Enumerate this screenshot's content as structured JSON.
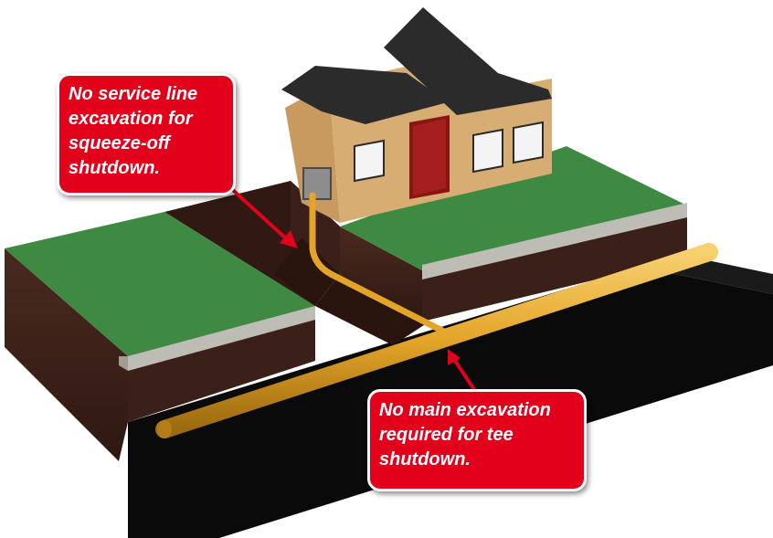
{
  "callouts": {
    "service_line": {
      "lines": [
        "No service line",
        "excavation for",
        "squeeze-off",
        "shutdown."
      ]
    },
    "main": {
      "lines": [
        "No main excavation",
        "required for tee",
        "shutdown."
      ]
    }
  },
  "colors": {
    "callout_fill": "#e2001a",
    "grass": "#3f8a43",
    "curb": "#bdbdb5",
    "soil": "#3e2219",
    "trench": "#2a140e",
    "asphalt": "#0a0a0a",
    "pipe": "#e3a428",
    "house_siding": "#d7ad73",
    "roof": "#2b2b2b",
    "door": "#a51e1e"
  }
}
